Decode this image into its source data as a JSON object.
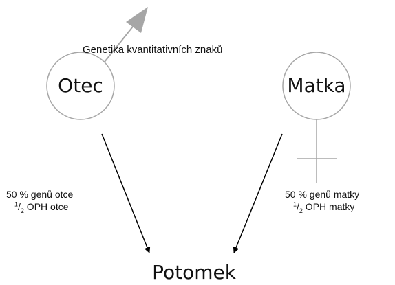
{
  "title": "Genetika kvantitativních znaků",
  "father": {
    "label": "Otec",
    "line1": "50 % genů otce",
    "ratio_num": "1",
    "ratio_den": "2",
    "line2_rest": " OPH otce"
  },
  "mother": {
    "label": "Matka",
    "line1": "50 % genů matky",
    "ratio_num": "1",
    "ratio_den": "2",
    "line2_rest": " OPH matky"
  },
  "offspring": {
    "label": "Potomek"
  },
  "colors": {
    "symbol": "#a6a6a6",
    "arrow": "#000000",
    "text": "#111111"
  }
}
